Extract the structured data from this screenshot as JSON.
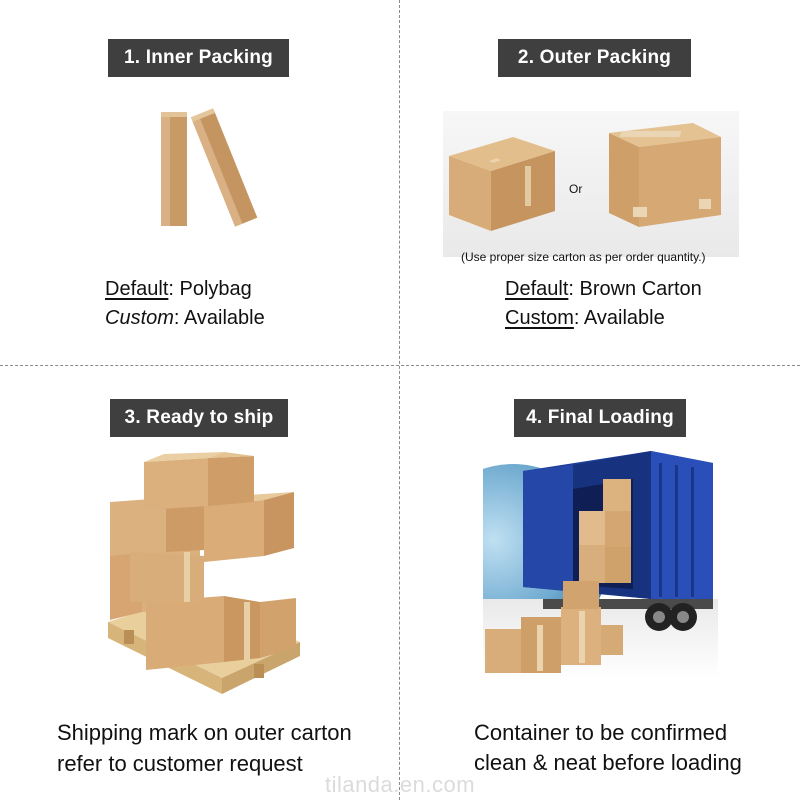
{
  "panels": {
    "inner": {
      "title": "1. Inner Packing",
      "line1_key": "Default",
      "line1_rest": ": Polybag",
      "line2_key": "Custom",
      "line2_rest": ": Available"
    },
    "outer": {
      "title": "2. Outer Packing",
      "or_label": "Or",
      "note": "(Use proper size carton as per order quantity.)",
      "line1_key": "Default",
      "line1_rest": ": Brown Carton",
      "line2_key": "Custom",
      "line2_rest": ": Available"
    },
    "ready": {
      "title": "3. Ready to ship",
      "caption_line1": "Shipping mark on outer carton",
      "caption_line2": "refer to customer request"
    },
    "loading": {
      "title": "4. Final Loading",
      "caption_line1": "Container to be confirmed",
      "caption_line2": "clean & neat before loading"
    }
  },
  "watermark": "tilanda.en.com",
  "colors": {
    "badge_bg": "#3f3f3f",
    "carton": "#d9b184",
    "container": "#1f3f9a"
  }
}
